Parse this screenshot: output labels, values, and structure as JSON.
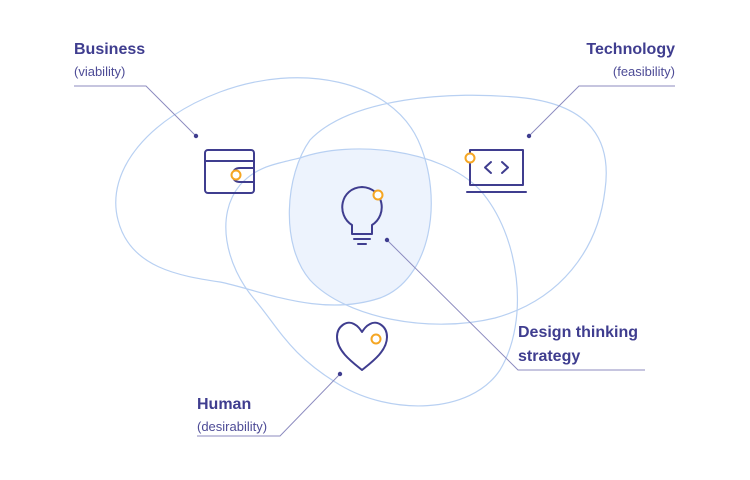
{
  "business": {
    "title": "Business",
    "subtitle": "(viability)"
  },
  "technology": {
    "title": "Technology",
    "subtitle": "(feasibility)"
  },
  "design": {
    "line1": "Design thinking",
    "line2": "strategy"
  },
  "human": {
    "title": "Human",
    "subtitle": "(desirability)"
  },
  "colors": {
    "text": "#3f3d8f",
    "icon_stroke": "#3f3d8f",
    "accent": "#f5a623",
    "blob_stroke": "#b8d0f2",
    "intersection_fill": "#edf3fd",
    "leader_line": "#8c8bbf"
  },
  "icons": {
    "business": "wallet-icon",
    "technology": "code-monitor-icon",
    "design": "lightbulb-icon",
    "human": "heart-icon"
  }
}
